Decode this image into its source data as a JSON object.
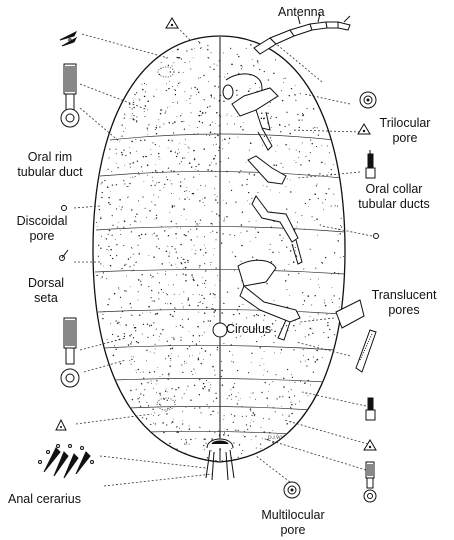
{
  "labels": {
    "antenna": "Antenna",
    "trilocular_pore": [
      "Trilocular",
      "pore"
    ],
    "oral_rim_tubular_duct": [
      "Oral rim",
      "tubular duct"
    ],
    "oral_collar_tubular_ducts": [
      "Oral collar",
      "tubular ducts"
    ],
    "discoidal_pore": [
      "Discoidal",
      "pore"
    ],
    "dorsal_seta": [
      "Dorsal",
      "seta"
    ],
    "translucent_pores": [
      "Translucent",
      "pores"
    ],
    "circulus": "Circulus",
    "anal_cerarius": "Anal cerarius",
    "multilocular_pore": [
      "Multilocular",
      "pore"
    ]
  },
  "signature": "D.J.W."
}
